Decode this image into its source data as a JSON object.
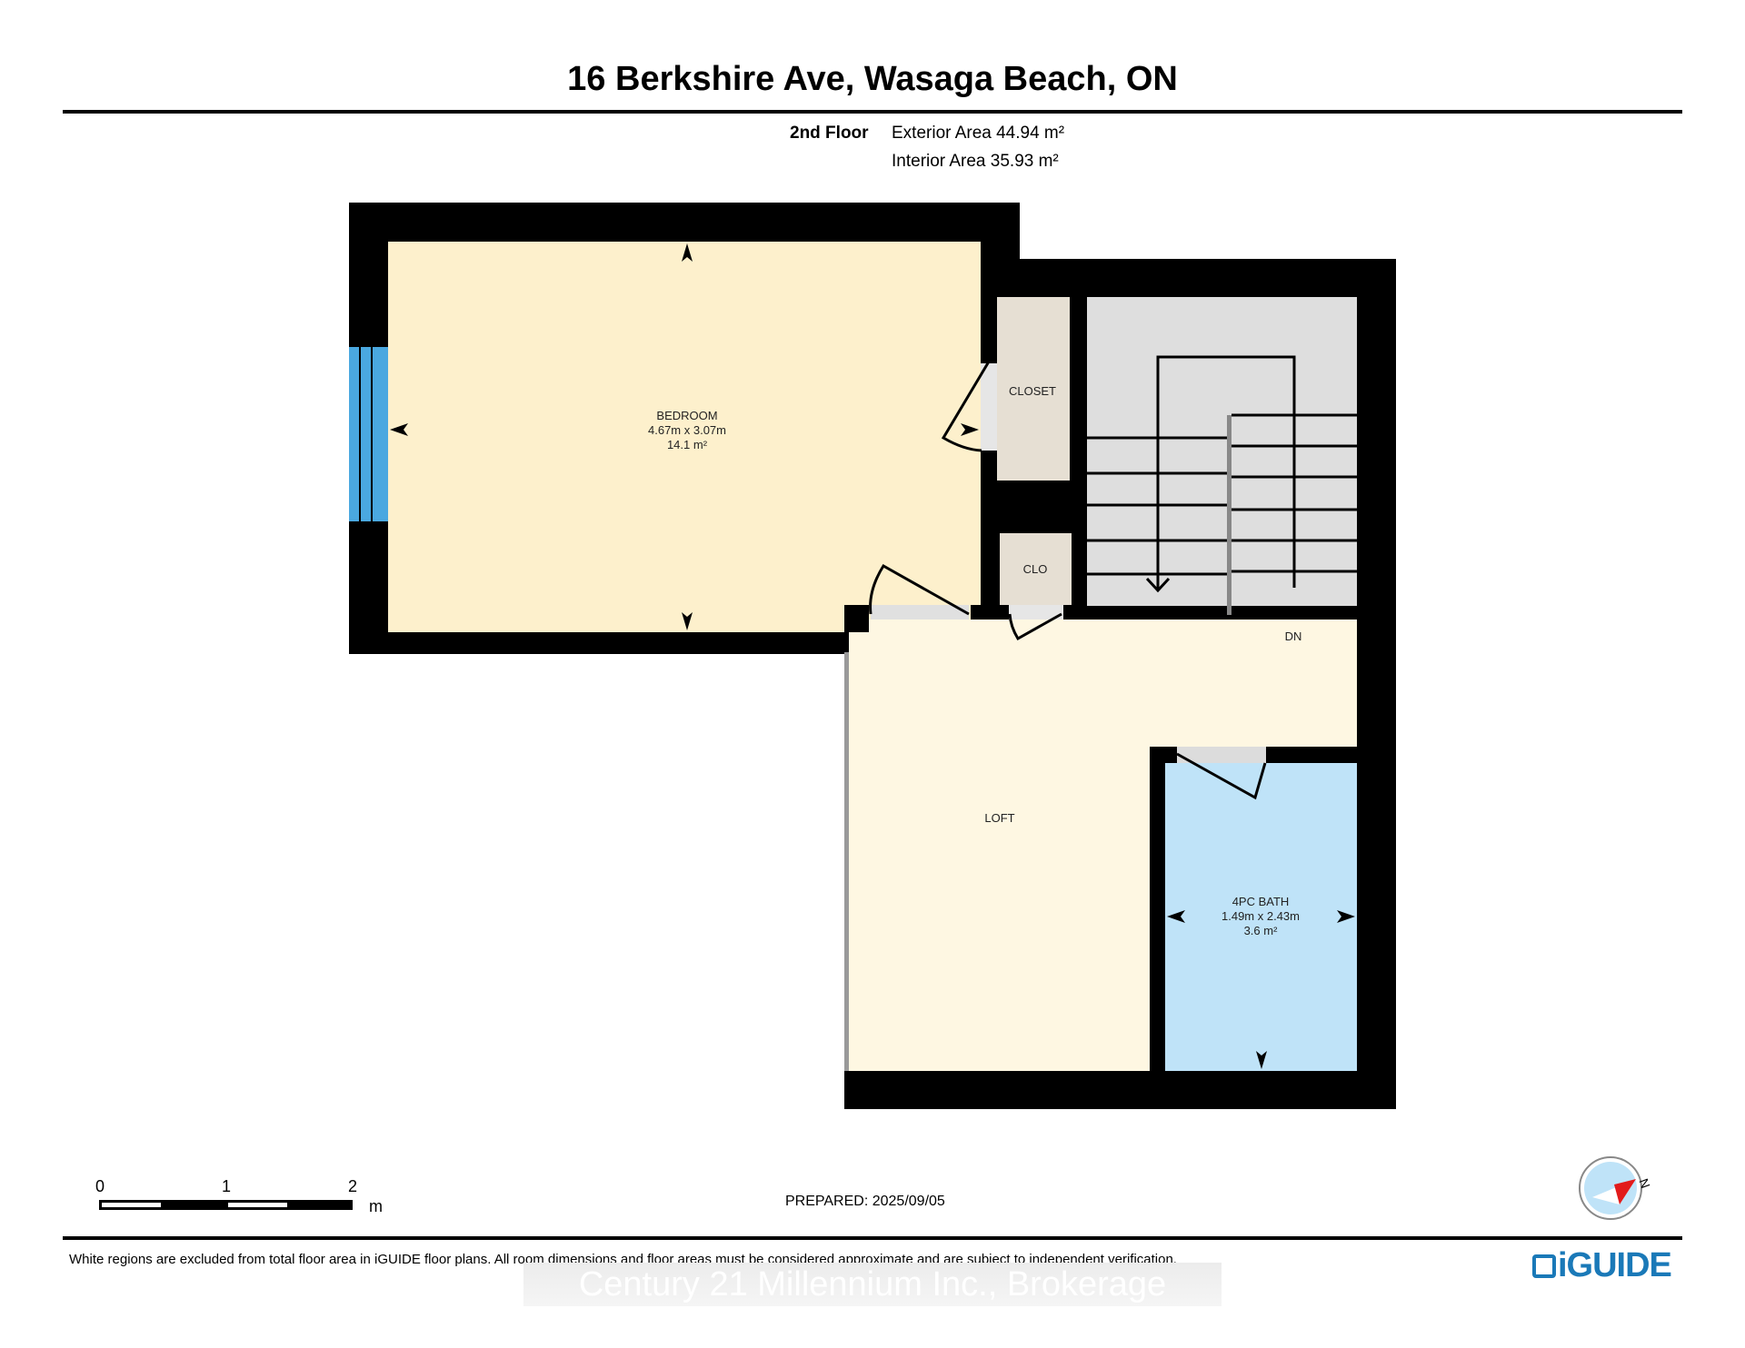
{
  "title": "16 Berkshire Ave, Wasaga Beach, ON",
  "floor": {
    "name": "2nd Floor",
    "exterior_area": "Exterior Area 44.94 m²",
    "interior_area": "Interior Area 35.93 m²"
  },
  "rooms": {
    "bedroom": {
      "name": "BEDROOM",
      "dims": "4.67m x 3.07m",
      "area": "14.1 m²"
    },
    "closet": {
      "name": "CLOSET"
    },
    "clo": {
      "name": "CLO"
    },
    "stairs": {
      "name": "DN"
    },
    "loft": {
      "name": "LOFT"
    },
    "bath": {
      "name": "4PC BATH",
      "dims": "1.49m x 2.43m",
      "area": "3.6 m²"
    }
  },
  "scale_bar": {
    "ticks": [
      "0",
      "1",
      "2"
    ],
    "unit": "m"
  },
  "prepared": "PREPARED: 2025/09/05",
  "compass": {
    "label": "N"
  },
  "disclaimer": "White regions are excluded from total floor area in iGUIDE floor plans. All room dimensions and floor areas must be considered approximate and are subject to independent verification.",
  "logo": "iGUIDE",
  "watermark": "Century 21 Millennium Inc., Brokerage",
  "colors": {
    "bedroom": "#fdf0cc",
    "loft": "#fef7e2",
    "bath": "#bfe3f8",
    "closet": "#e6dfd3",
    "stairs": "#dedede",
    "window": "#4aa8e0",
    "wall": "#000000",
    "brand": "#1a79b8"
  }
}
